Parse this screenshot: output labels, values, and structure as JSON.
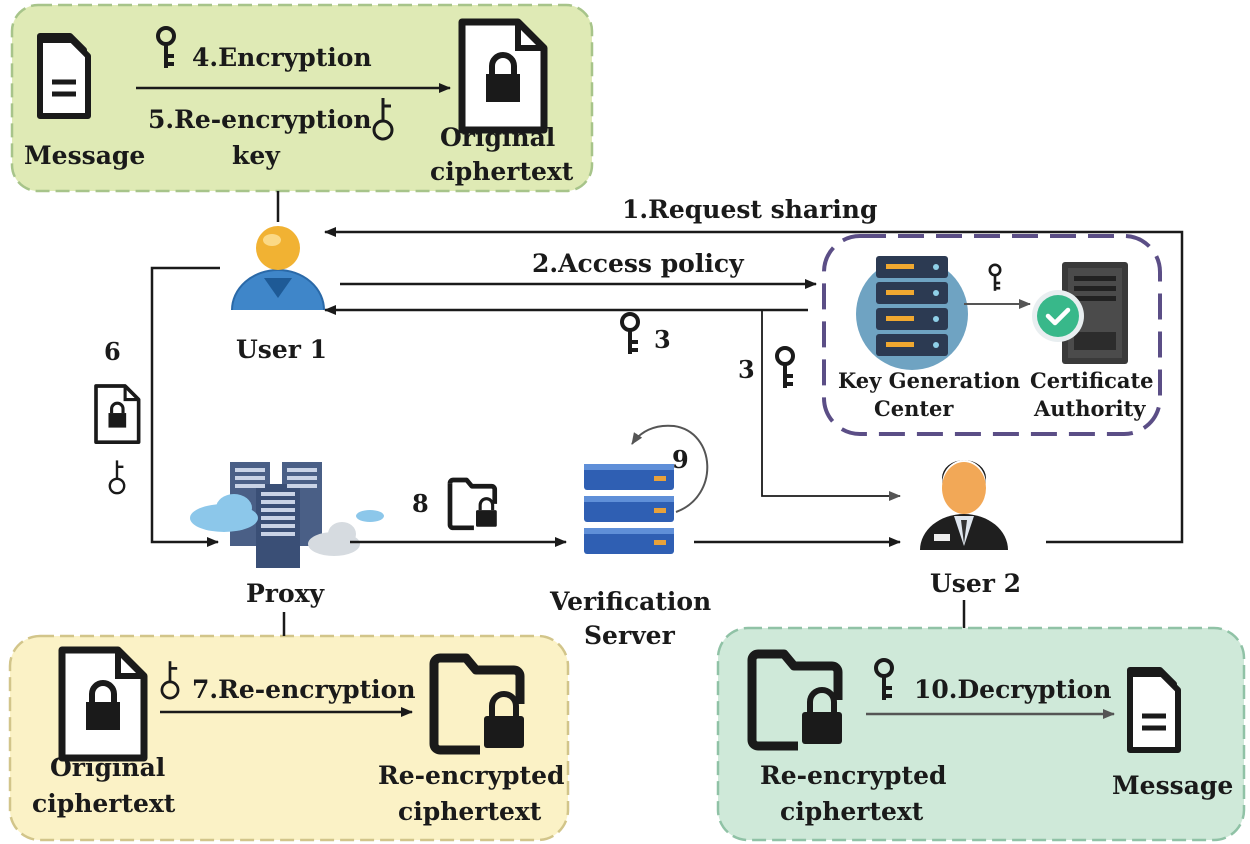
{
  "colors": {
    "panel_top": "#dfeab5",
    "panel_bottom_left": "#fbf2c6",
    "panel_bottom_right": "#cfe9d9",
    "panel_border": "#9fbf8a",
    "trusted_border": "#5b4e86",
    "line": "#1a1a1a",
    "server_blue": "#2f5fb3",
    "server_amber": "#e8a13a",
    "check_green": "#38b88a"
  },
  "panels": {
    "top": {
      "message_label": "Message",
      "encryption_step": "4.Encryption",
      "reencryption_key_step_line1": "5.Re-encryption",
      "reencryption_key_step_line2": "key",
      "original_ciphertext_line1": "Original",
      "original_ciphertext_line2": "ciphertext"
    },
    "bottom_left": {
      "original_ciphertext_line1": "Original",
      "original_ciphertext_line2": "ciphertext",
      "reencryption_step": "7.Re-encryption",
      "reencrypted_line1": "Re-encrypted",
      "reencrypted_line2": "ciphertext"
    },
    "bottom_right": {
      "reencrypted_line1": "Re-encrypted",
      "reencrypted_line2": "ciphertext",
      "decryption_step": "10.Decryption",
      "message_label": "Message"
    }
  },
  "nodes": {
    "user1": "User 1",
    "user2": "User 2",
    "proxy": "Proxy",
    "verification_line1": "Verification",
    "verification_line2": "Server",
    "kgc_line1": "Key Generation",
    "kgc_line2": "Center",
    "ca_line1": "Certificate",
    "ca_line2": "Authority"
  },
  "flows": {
    "request_sharing": "1.Request sharing",
    "access_policy": "2.Access policy",
    "key_to_user1": "3",
    "key_to_user2": "3",
    "to_proxy": "6",
    "to_verification": "8",
    "self_verify": "9"
  },
  "icons": [
    "document-stack-icon",
    "locked-document-icon",
    "locked-folder-icon",
    "key-icon",
    "user-icon",
    "server-rack-icon",
    "check-icon"
  ]
}
